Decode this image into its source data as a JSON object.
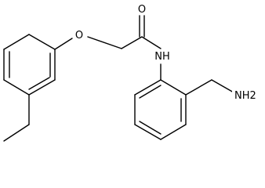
{
  "molecule": {
    "atoms": [
      {
        "id": "O_carbonyl",
        "label": "O"
      },
      {
        "id": "O_ether",
        "label": "O"
      },
      {
        "id": "N_amide",
        "label": "NH"
      },
      {
        "id": "N_amine",
        "label": "NH2"
      }
    ]
  }
}
